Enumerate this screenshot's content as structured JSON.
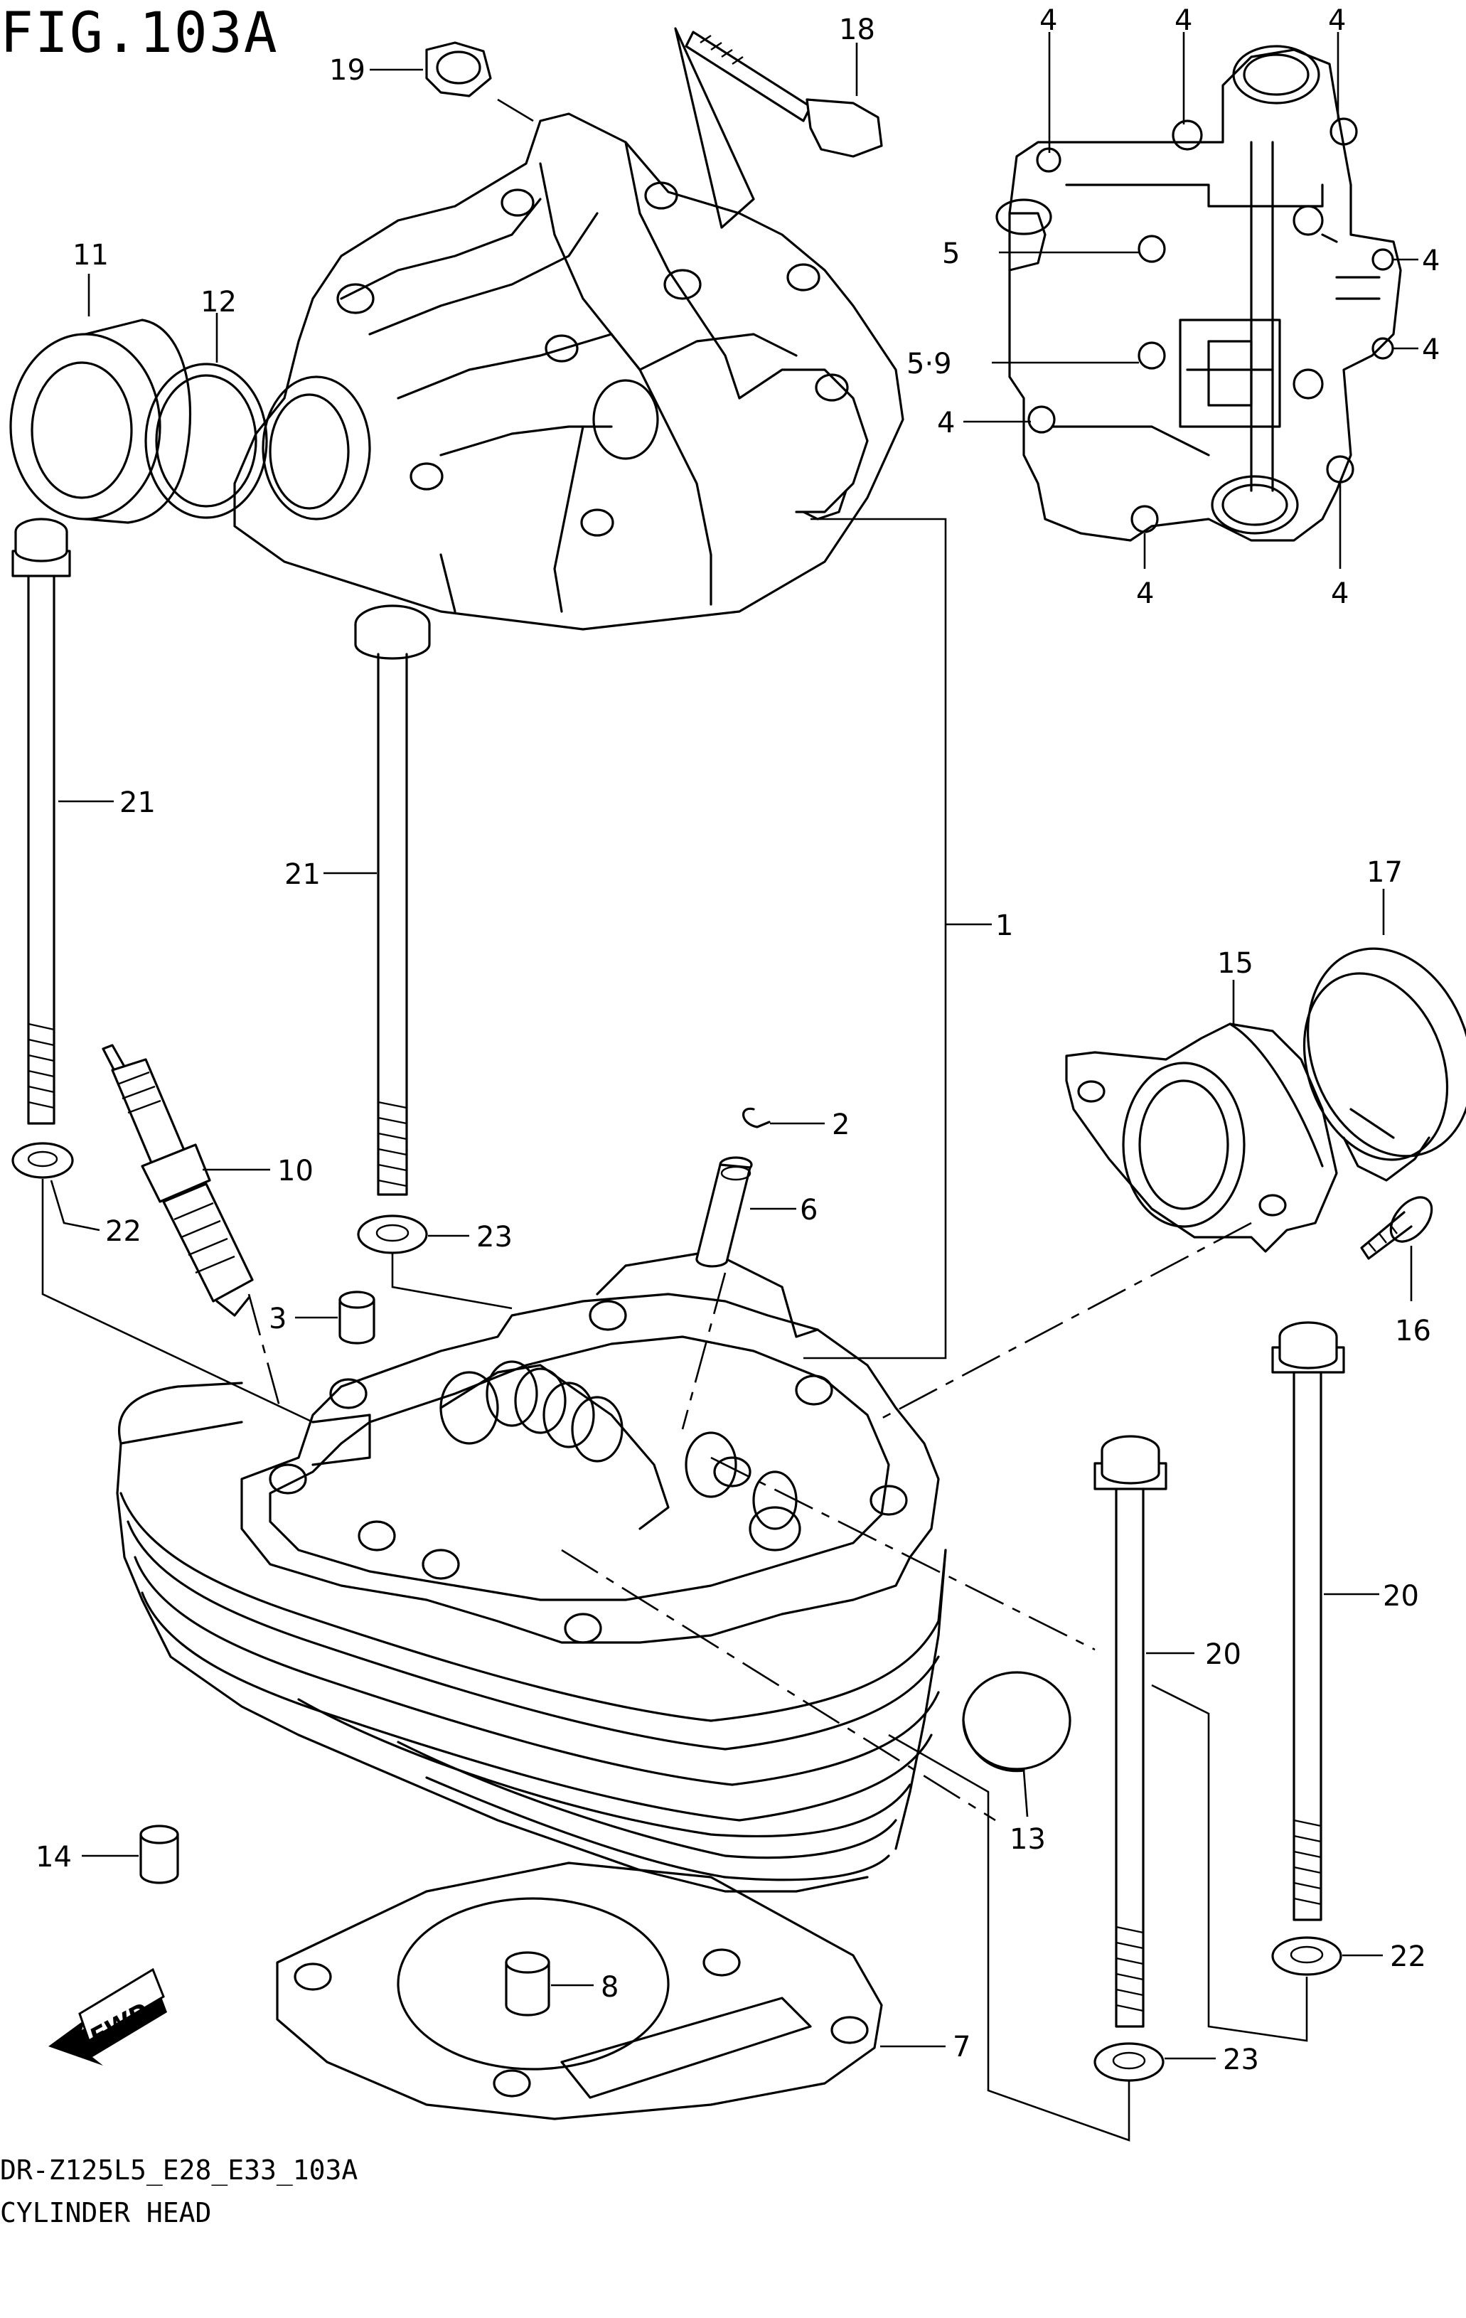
{
  "figure": {
    "title": "FIG.103A",
    "model_code": "DR-Z125L5_E28_E33_103A",
    "caption": "CYLINDER HEAD"
  },
  "callouts": {
    "c1": "1",
    "c2": "2",
    "c3": "3",
    "c4a": "4",
    "c4b": "4",
    "c4c": "4",
    "c4d": "4",
    "c4e": "4",
    "c4f": "4",
    "c4g": "4",
    "c4h": "4",
    "c5": "5",
    "c59": "5·9",
    "c6": "6",
    "c7": "7",
    "c8": "8",
    "c10": "10",
    "c11": "11",
    "c12": "12",
    "c13": "13",
    "c14": "14",
    "c15": "15",
    "c16": "16",
    "c17": "17",
    "c18": "18",
    "c19": "19",
    "c20a": "20",
    "c20b": "20",
    "c21a": "21",
    "c21b": "21",
    "c22a": "22",
    "c22b": "22",
    "c23a": "23",
    "c23b": "23"
  },
  "fwd_badge": "FWD"
}
